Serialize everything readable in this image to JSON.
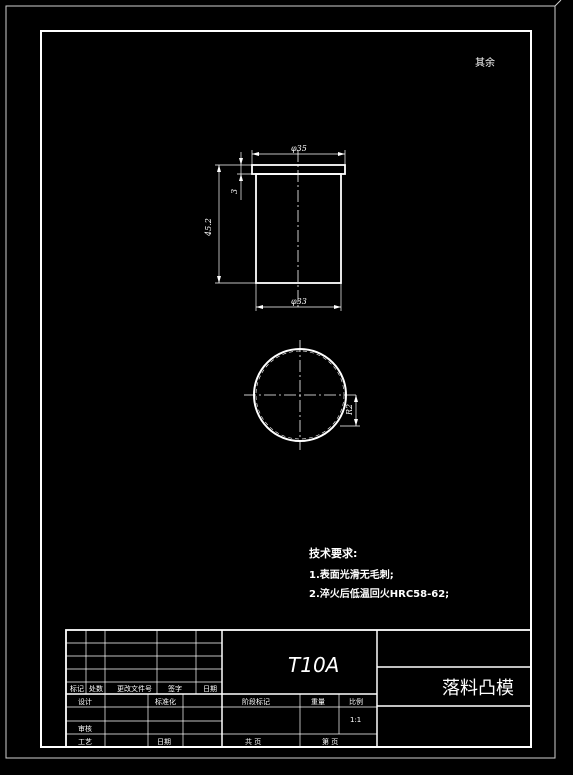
{
  "sheet": {
    "corner_note": "其余"
  },
  "part_view": {
    "dim_top": "φ35",
    "dim_bottom": "φ33",
    "dim_height": "45.2",
    "dim_step": "3"
  },
  "circle_view": {
    "dim_radius": "R2"
  },
  "tech_req": {
    "title": "技术要求:",
    "items": [
      "1.表面光滑无毛刺;",
      "2.淬火后低温回火HRC58-62;"
    ]
  },
  "title_block": {
    "material": "T10A",
    "part_name": "落料凸模",
    "labels": {
      "mark": "标记",
      "count": "处数",
      "change_doc": "更改文件号",
      "signature": "签字",
      "date": "日期",
      "design": "设计",
      "standardize": "标准化",
      "review": "审核",
      "process": "工艺",
      "approve": "日期",
      "stage_mark": "阶段标记",
      "weight": "重量",
      "scale": "比例",
      "scale_value": "1:1",
      "total_sheets": "共  页",
      "sheet_no": "第  页"
    }
  },
  "colors": {
    "background": "#000000",
    "lines": "#ffffff"
  }
}
